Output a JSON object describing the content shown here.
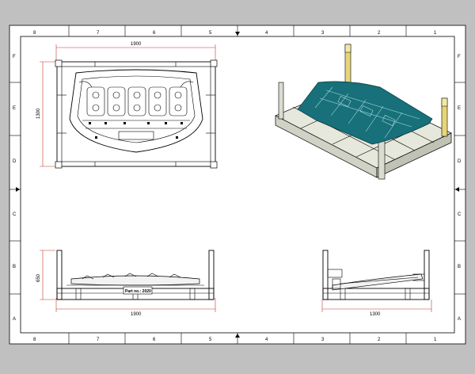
{
  "sheet": {
    "columns": [
      "8",
      "7",
      "6",
      "5",
      "4",
      "3",
      "2",
      "1"
    ],
    "rows": [
      "F",
      "E",
      "D",
      "C",
      "B",
      "A"
    ]
  },
  "top_view": {
    "width_dim": "1900",
    "height_dim": "1300"
  },
  "front_view": {
    "width_dim": "1900",
    "height_dim": "650",
    "part_label": "Part no.: 2020"
  },
  "side_view": {
    "width_dim": "1300"
  },
  "colors": {
    "paper": "#ffffff",
    "frame_line": "#000000",
    "dimension": "#c0392b",
    "panel": "#17707a",
    "post_yellow": "#e6d57a",
    "rack": "#d9dccf"
  }
}
